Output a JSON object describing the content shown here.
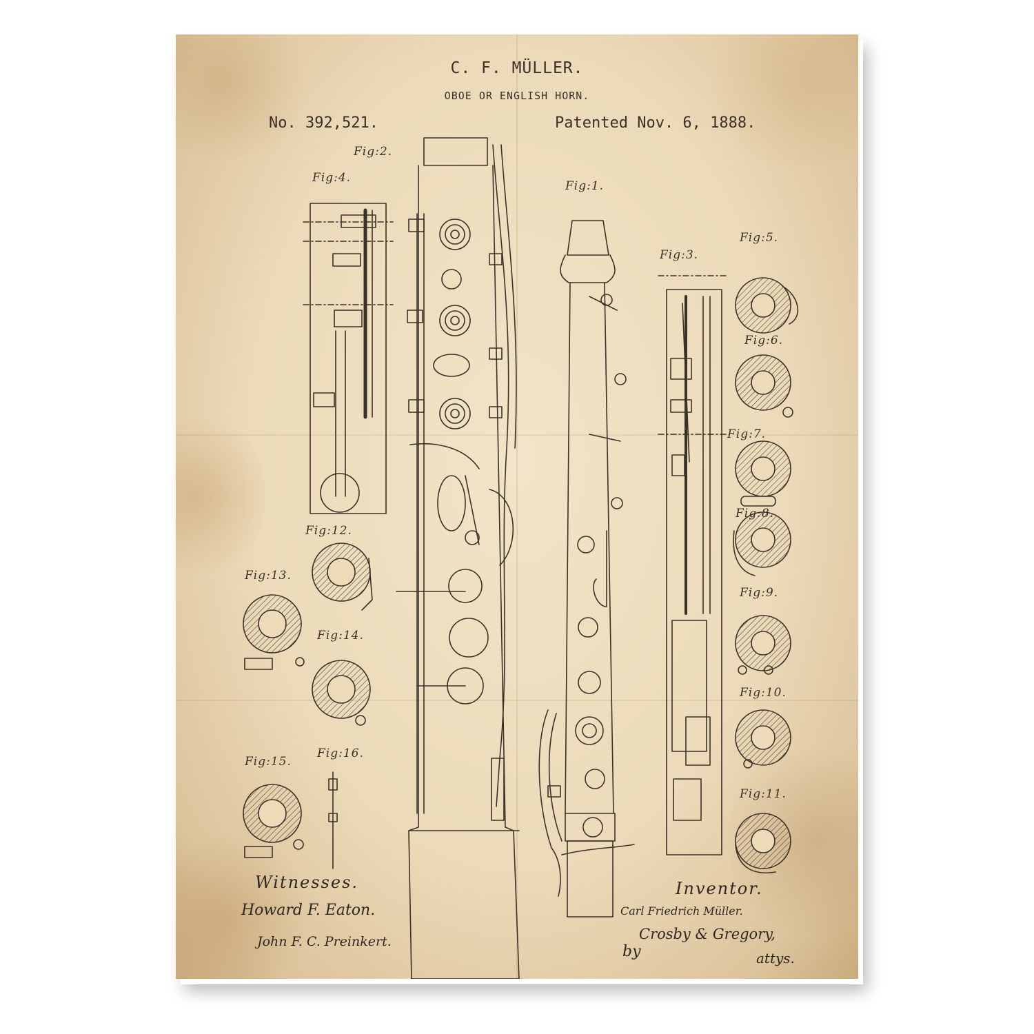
{
  "patent": {
    "inventor_header": "C. F. MÜLLER.",
    "title": "OBOE OR ENGLISH HORN.",
    "number": "No. 392,521.",
    "date": "Patented Nov. 6, 1888."
  },
  "figures": {
    "fig1": "Fig:1.",
    "fig2": "Fig:2.",
    "fig3": "Fig:3.",
    "fig4": "Fig:4.",
    "fig5": "Fig:5.",
    "fig6": "Fig:6.",
    "fig7": "Fig:7.",
    "fig8": "Fig:8.",
    "fig9": "Fig:9.",
    "fig10": "Fig:10.",
    "fig11": "Fig:11.",
    "fig12": "Fig:12.",
    "fig13": "Fig:13.",
    "fig14": "Fig:14.",
    "fig15": "Fig:15.",
    "fig16": "Fig:16."
  },
  "signatures": {
    "witnesses_label": "Witnesses.",
    "witness_1": "Howard F. Eaton.",
    "witness_2": "John F. C. Preinkert.",
    "inventor_label": "Inventor.",
    "inventor_name": "Carl Friedrich Müller.",
    "attorneys_prefix": "by",
    "attorneys": "Crosby & Gregory,",
    "attorneys_suffix": "attys."
  },
  "colors": {
    "paper": "#ecdab9",
    "ink": "#3a3228"
  }
}
